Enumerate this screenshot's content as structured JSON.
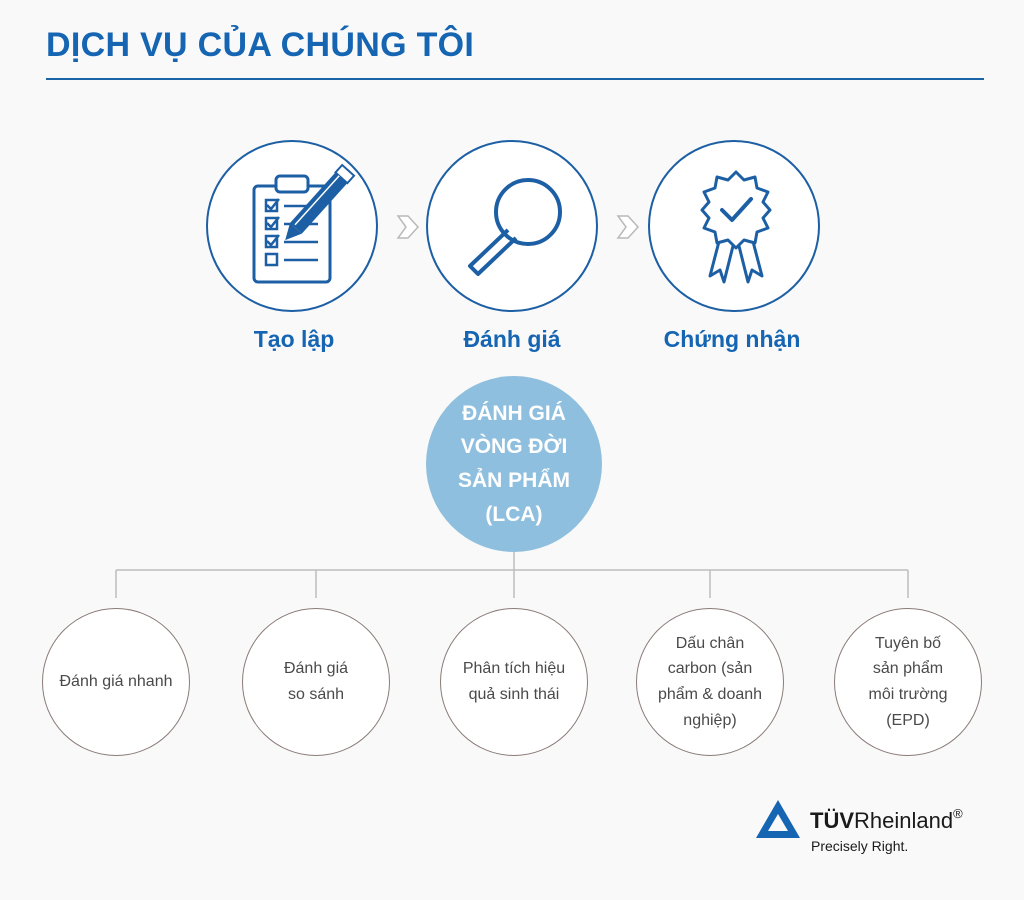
{
  "header": {
    "title": "DỊCH VỤ CỦA CHÚNG TÔI"
  },
  "steps": [
    {
      "label": "Tạo lập",
      "icon": "clipboard-checklist-icon"
    },
    {
      "label": "Đánh giá",
      "icon": "magnifier-icon"
    },
    {
      "label": "Chứng nhận",
      "icon": "award-ribbon-icon"
    }
  ],
  "center": {
    "label": "ĐÁNH GIÁ\nVÒNG ĐỜI\nSẢN PHẨM\n(LCA)"
  },
  "services": [
    {
      "label": "Đánh giá nhanh"
    },
    {
      "label": "Đánh giá\nso sánh"
    },
    {
      "label": "Phân tích hiệu\nquả sinh thái"
    },
    {
      "label": "Dấu chân\ncarbon (sản\nphẩm & doanh\nnghiệp)"
    },
    {
      "label": "Tuyên bố\nsản phẩm\nmôi trường\n(EPD)"
    }
  ],
  "brand": {
    "name_bold": "TÜV",
    "name_rest": "Rheinland",
    "registered": "®",
    "tagline": "Precisely Right."
  },
  "colors": {
    "primary": "#1565b3",
    "center_fill": "#8fbfde",
    "node_border": "#8a7c78"
  }
}
